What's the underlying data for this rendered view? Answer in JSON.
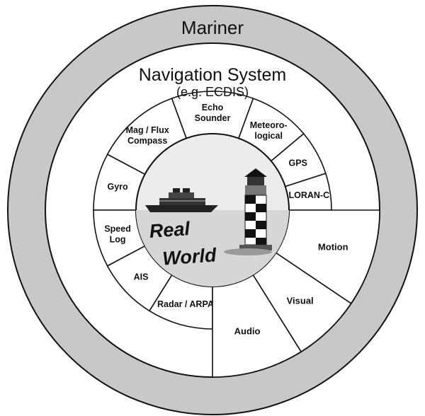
{
  "rings": {
    "outer_label": "Mariner",
    "middle_label": "Navigation System",
    "middle_sublabel": "(e.g. ECDIS)"
  },
  "sensors": [
    "Echo Sounder",
    "Meteoro- logical",
    "GPS",
    "LORAN-C",
    "Gyro",
    "Mag / Flux Compass",
    "Speed Log",
    "AIS",
    "Radar / ARPA"
  ],
  "outputs": [
    "Motion",
    "Visual",
    "Audio"
  ],
  "center": {
    "line1": "Real",
    "line2": "World"
  },
  "colors": {
    "outer_ring": "#c8c8c8",
    "middle_ring": "#ffffff",
    "sea": "#d6d6d6",
    "sky": "#ececec"
  }
}
